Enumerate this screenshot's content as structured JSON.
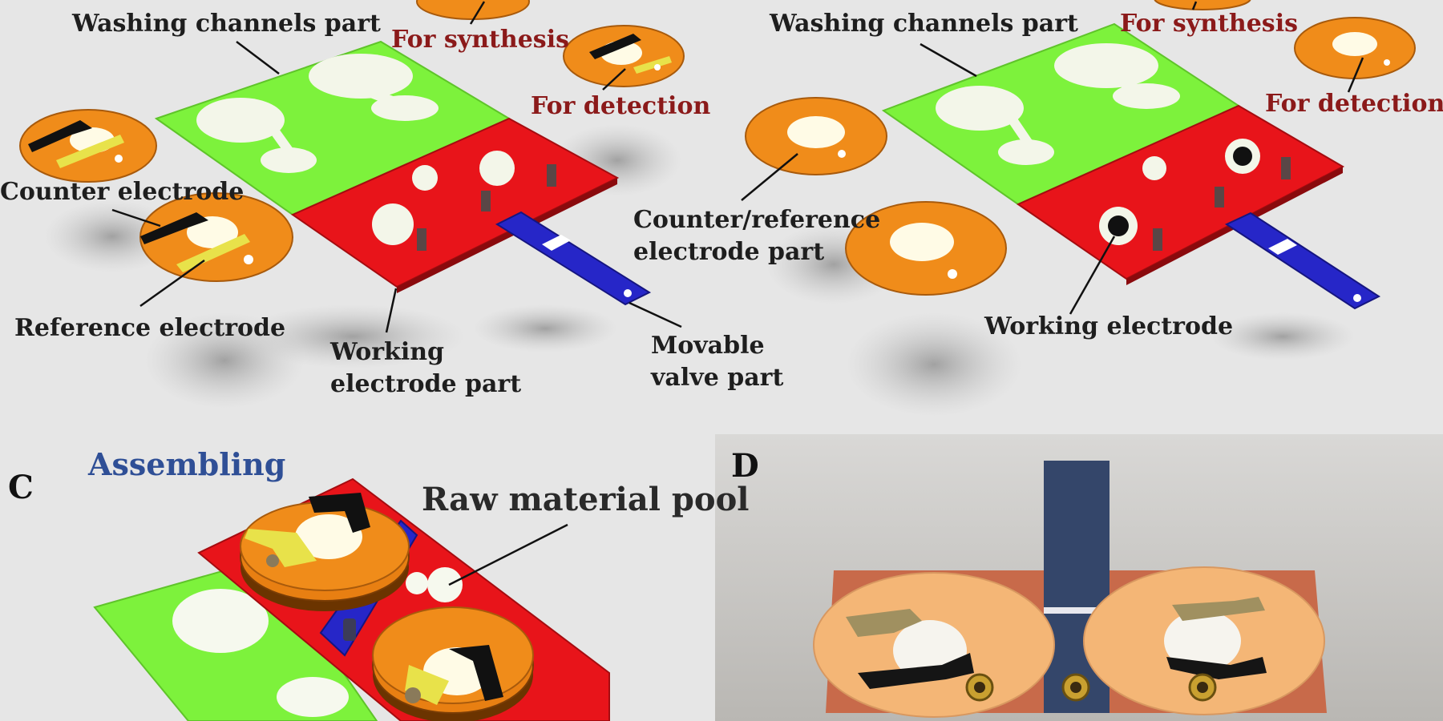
{
  "top_left": {
    "washing": "Washing channels part",
    "synthesis": "For synthesis",
    "detection": "For detection",
    "counter": "Counter electrode",
    "reference": "Reference electrode",
    "working_1": "Working",
    "working_2": "electrode part",
    "valve_1": "Movable",
    "valve_2": "valve part"
  },
  "top_right": {
    "washing": "Washing channels part",
    "synthesis": "For synthesis",
    "detection": "For detection",
    "counter_ref_1": "Counter/reference",
    "counter_ref_2": "electrode part",
    "working": "Working electrode"
  },
  "panel_c": {
    "letter": "C",
    "assembling": "Assembling",
    "raw_material": "Raw material pool"
  },
  "panel_d": {
    "letter": "D"
  },
  "colors": {
    "background": "#e6e6e6",
    "green_layer": "#7df23c",
    "red_layer": "#e8141a",
    "orange_disc": "#f08c1a",
    "valve_blue": "#2626c8",
    "label_red": "#8b1a1a",
    "label_blue": "#2f4f96"
  }
}
